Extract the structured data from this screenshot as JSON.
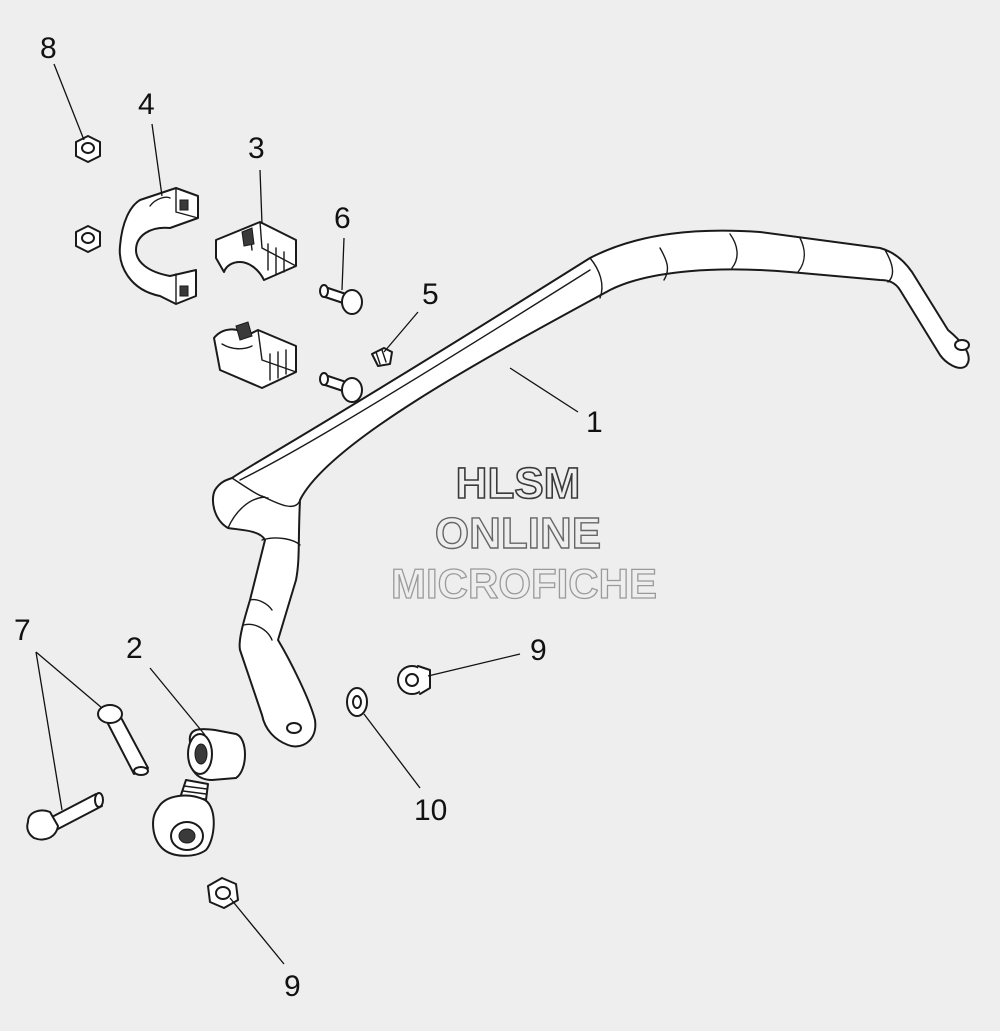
{
  "watermark": {
    "line1": "HLSM",
    "line2": "ONLINE",
    "line3": "MICROFICHE"
  },
  "callouts": {
    "c1": "1",
    "c2": "2",
    "c3": "3",
    "c4": "4",
    "c5": "5",
    "c6": "6",
    "c7": "7",
    "c8": "8",
    "c9a": "9",
    "c9b": "9",
    "c10": "10"
  },
  "colors": {
    "background": "#eeeeee",
    "line": "#1a1a1a",
    "part_fill": "#ffffff",
    "watermark_stroke": "#555555"
  }
}
